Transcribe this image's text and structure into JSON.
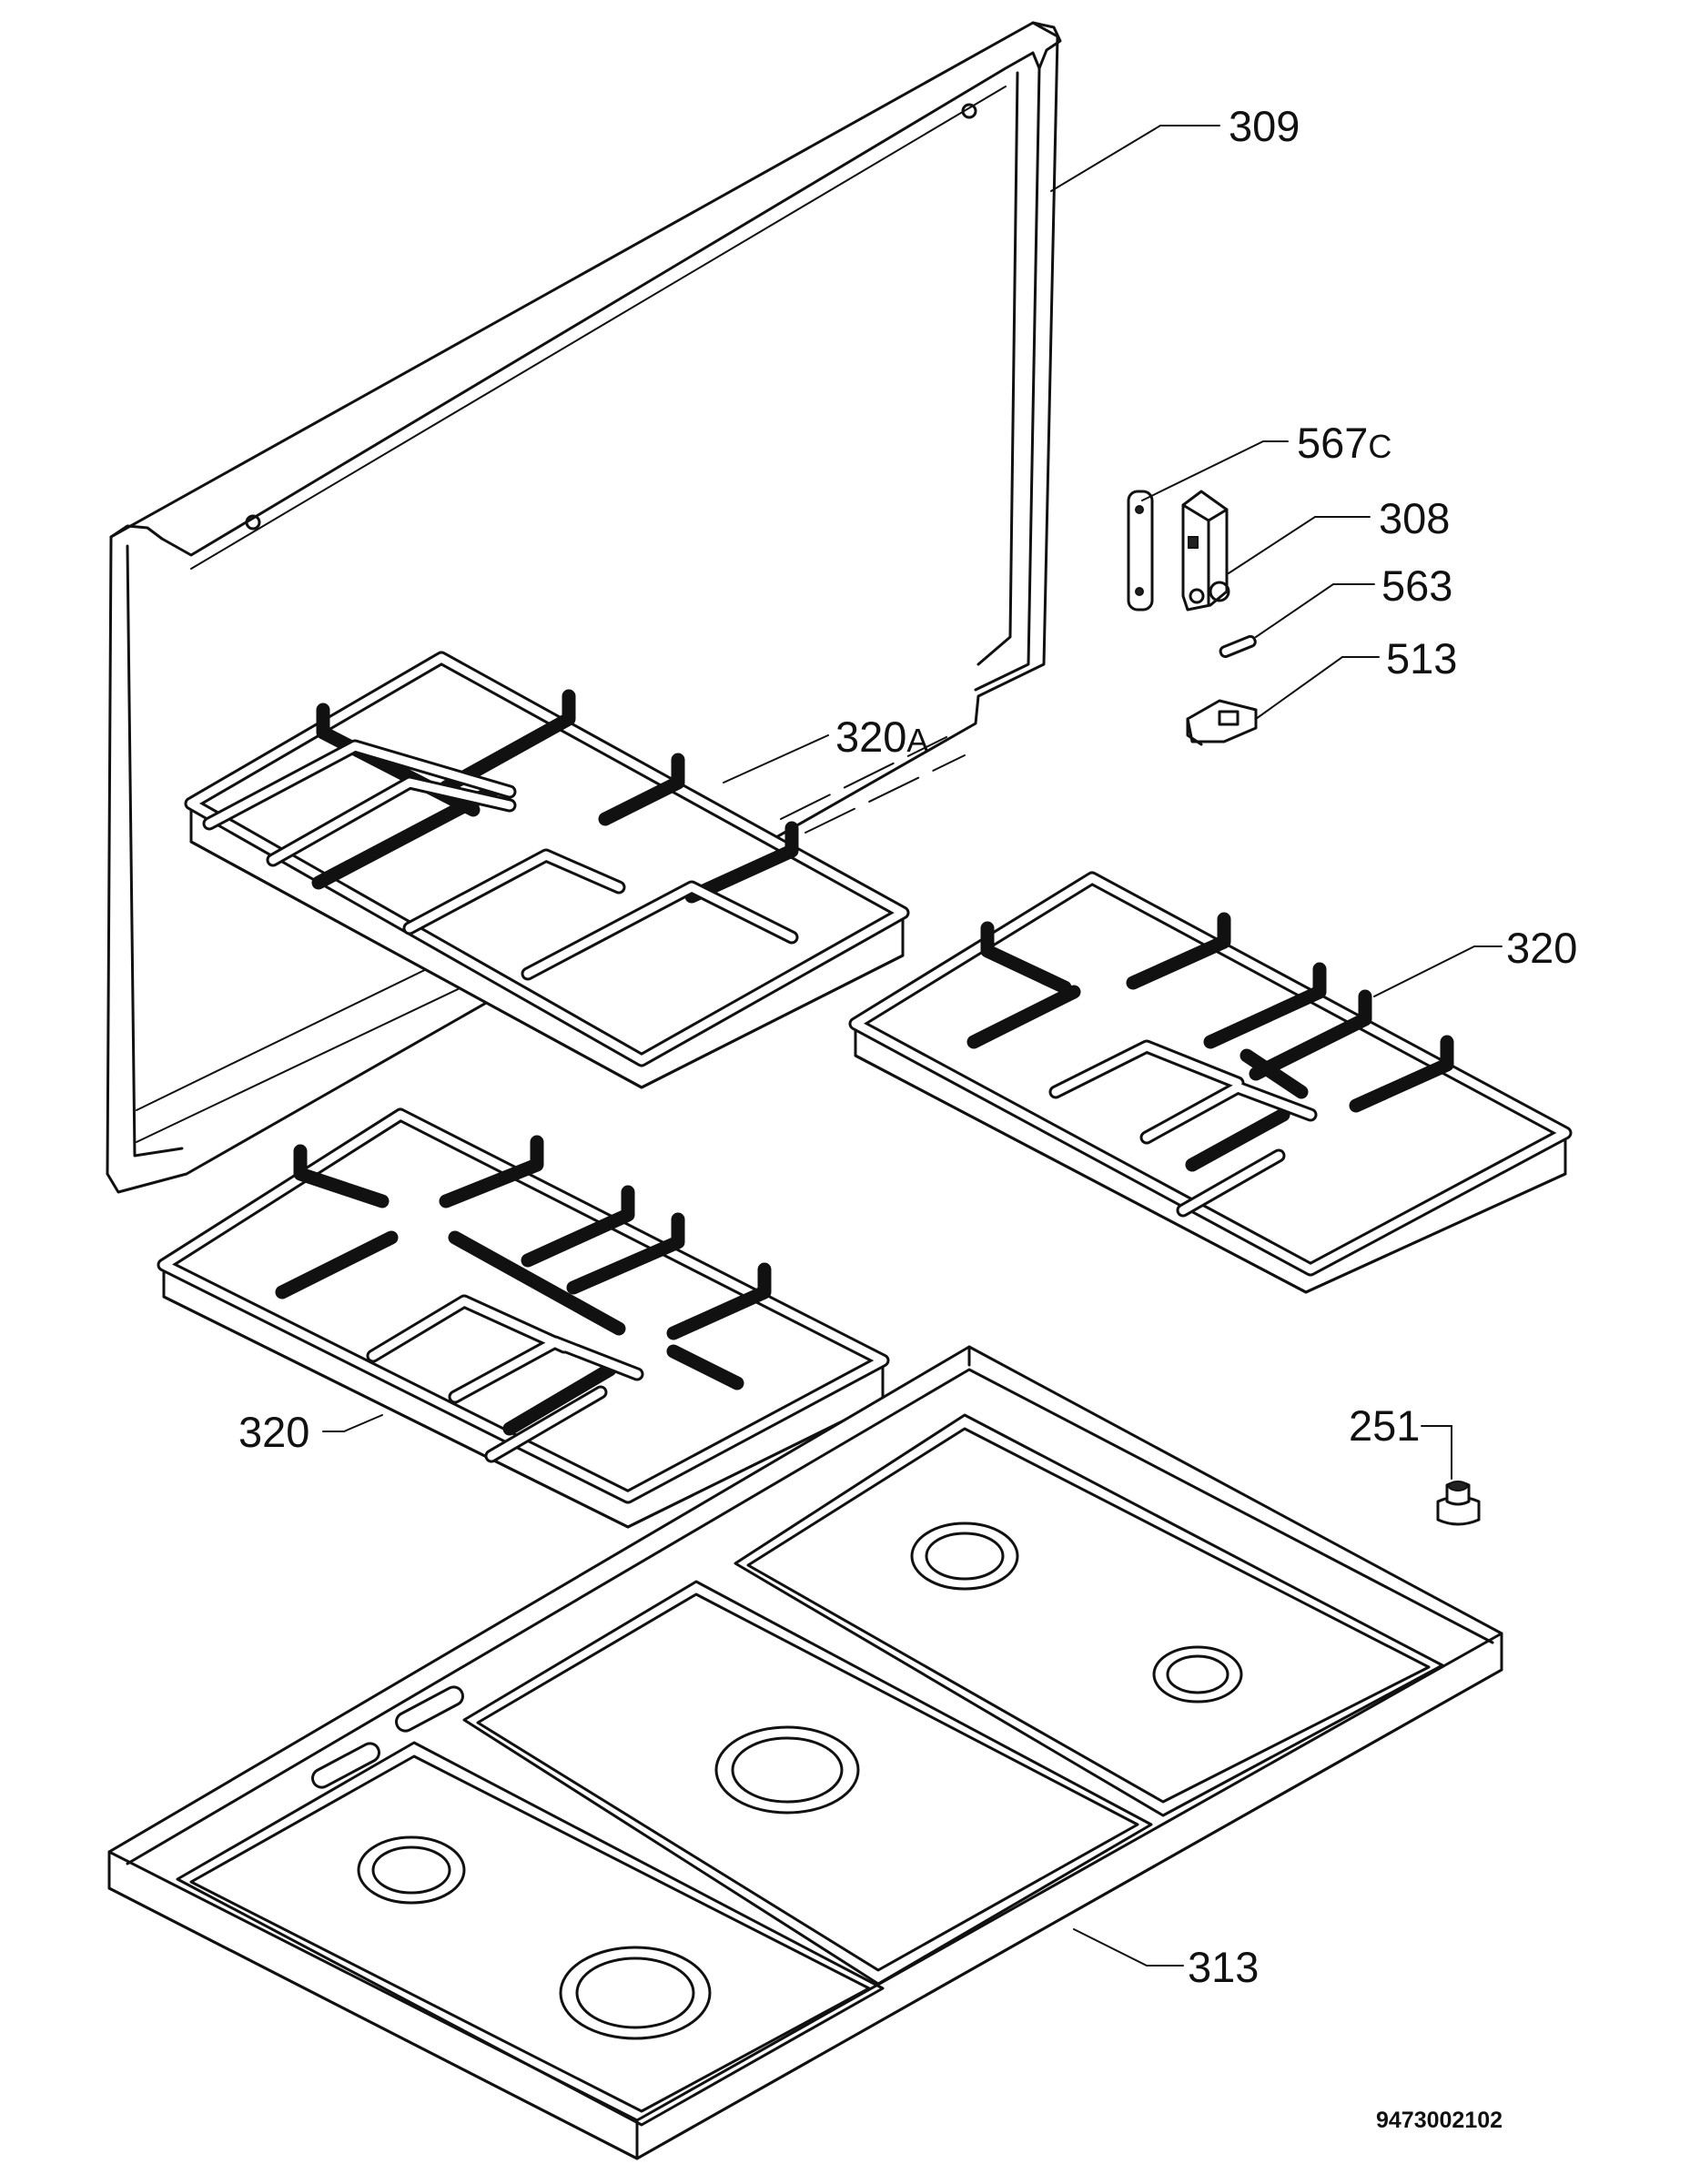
{
  "parts": {
    "back_panel": "309",
    "hinge_plate": {
      "number": "567",
      "suffix": "C"
    },
    "hinge": "308",
    "pin": "563",
    "bracket": "513",
    "pan_support_rear": {
      "number": "320",
      "suffix": "A"
    },
    "pan_support_right": "320",
    "pan_support_left": "320",
    "knob": "251",
    "hob_top": "313"
  },
  "drawing_code": "9473002102"
}
